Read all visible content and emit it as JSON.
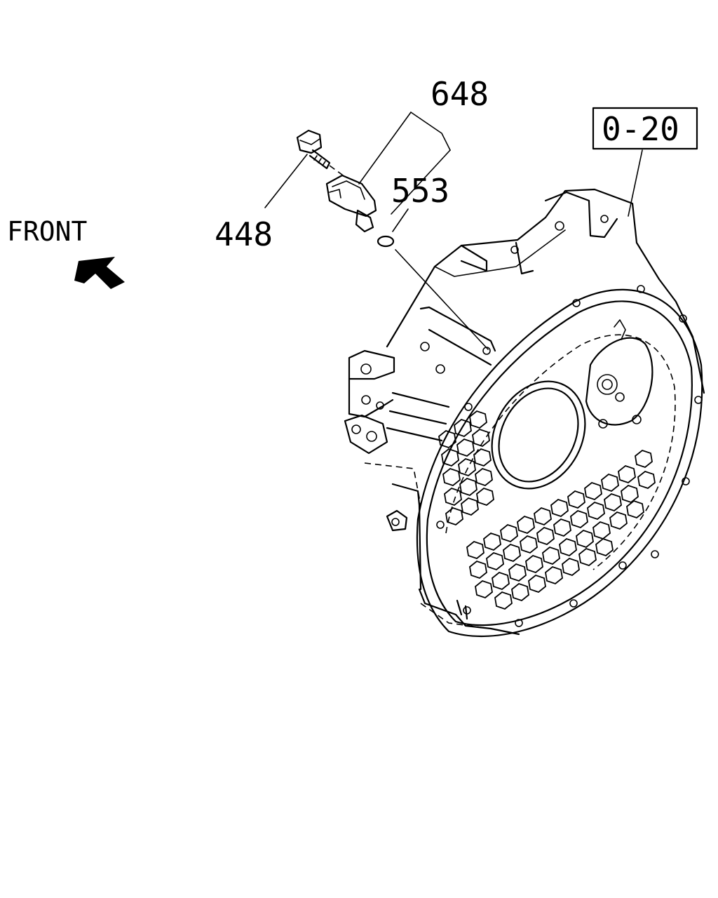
{
  "labels": {
    "front": "FRONT",
    "sensor_assembly": "648",
    "o_ring": "553",
    "bolt": "448",
    "reference": "0-20"
  },
  "icons": {
    "direction": "front-arrow-icon"
  }
}
